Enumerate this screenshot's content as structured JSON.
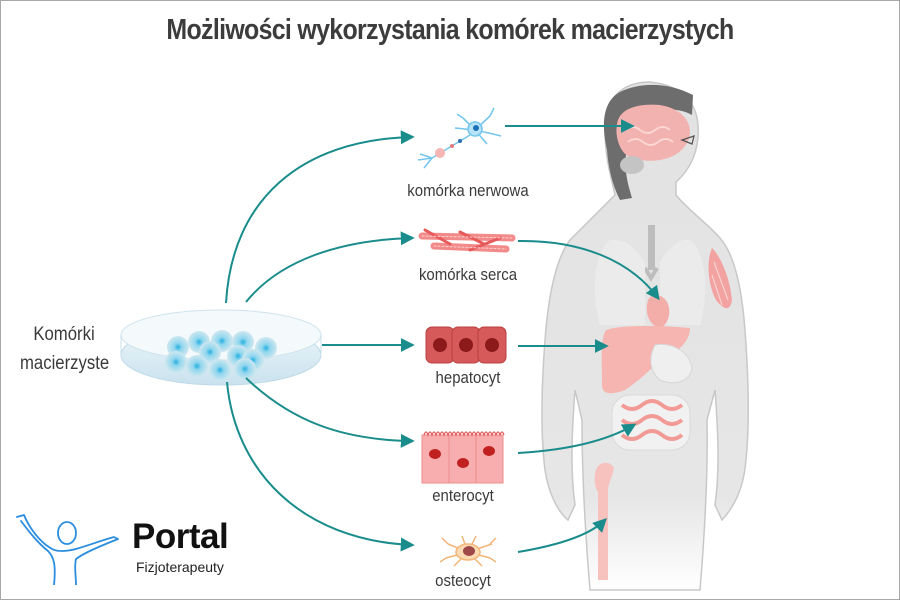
{
  "title": "Możliwości wykorzystania komórek macierzystych",
  "source": {
    "label_line1": "Komórki",
    "label_line2": "macierzyste",
    "icon": "petri-dish-icon"
  },
  "cells": [
    {
      "label": "komórka nerwowa",
      "icon": "neuron-icon",
      "target": "brain"
    },
    {
      "label": "komórka serca",
      "icon": "cardiomyocyte-icon",
      "target": "heart"
    },
    {
      "label": "hepatocyt",
      "icon": "hepatocyte-icon",
      "target": "liver"
    },
    {
      "label": "enterocyt",
      "icon": "enterocyte-icon",
      "target": "intestine"
    },
    {
      "label": "osteocyt",
      "icon": "osteocyte-icon",
      "target": "bone"
    }
  ],
  "logo": {
    "name": "Portal",
    "subtitle": "Fizjoterapeuty",
    "icon": "person-arms-up-icon"
  },
  "colors": {
    "arrow": "#1a8c8c",
    "title": "#3c3c3c",
    "body": "#e3e3e3",
    "organ": "#f4b4b0",
    "logo_blue": "#2a8de0"
  }
}
